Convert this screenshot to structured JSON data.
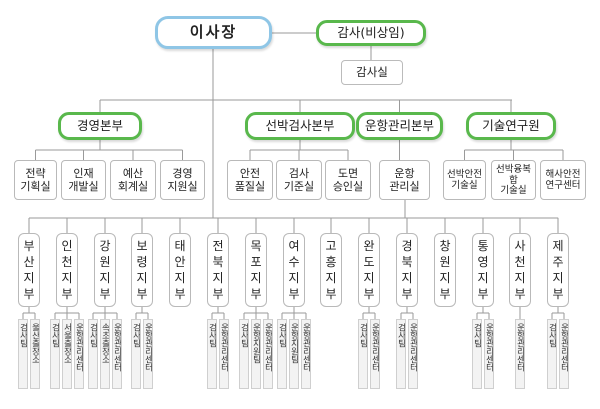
{
  "org": {
    "ceo": "이사장",
    "auditor": "감사(비상임)",
    "audit_office": "감사실",
    "hq": [
      {
        "name": "경영본부",
        "depts": [
          "전략\n기획실",
          "인재\n개발실",
          "예산\n회계실",
          "경영\n지원실"
        ]
      },
      {
        "name": "선박검사본부",
        "depts": [
          "안전\n품질실",
          "검사\n기준실",
          "도면\n승인실"
        ]
      },
      {
        "name": "운항관리본부",
        "depts": [
          "운항\n관리실"
        ]
      },
      {
        "name": "기술연구원",
        "depts": [
          "선박안전\n기술실",
          "선박융복합\n기술실",
          "해사안전\n연구센터"
        ]
      }
    ],
    "branches": [
      {
        "name": "부산지부",
        "teams": [
          "검사팀",
          "울산출장소"
        ]
      },
      {
        "name": "인천지부",
        "teams": [
          "검사팀",
          "서울출장소",
          "운항관리센터"
        ]
      },
      {
        "name": "강원지부",
        "teams": [
          "검사팀",
          "속초출장소",
          "운항관리센터"
        ]
      },
      {
        "name": "보령지부",
        "teams": [
          "검사팀",
          "운항관리센터"
        ]
      },
      {
        "name": "태안지부",
        "teams": []
      },
      {
        "name": "전북지부",
        "teams": [
          "검사팀",
          "운항관리센터"
        ]
      },
      {
        "name": "목포지부",
        "teams": [
          "검사팀",
          "운항지원팀",
          "운항관리센터"
        ]
      },
      {
        "name": "여수지부",
        "teams": [
          "검사팀",
          "운항지원팀",
          "운항관리센터"
        ]
      },
      {
        "name": "고흥지부",
        "teams": []
      },
      {
        "name": "완도지부",
        "teams": [
          "검사팀",
          "운항관리센터"
        ]
      },
      {
        "name": "경북지부",
        "teams": [
          "검사팀",
          "운항관리센터"
        ]
      },
      {
        "name": "창원지부",
        "teams": []
      },
      {
        "name": "통영지부",
        "teams": [
          "검사팀",
          "운항관리센터"
        ]
      },
      {
        "name": "사천지부",
        "teams": [
          "운항관리센터"
        ]
      },
      {
        "name": "제주지부",
        "teams": [
          "검사팀",
          "운항관리센터"
        ]
      }
    ]
  },
  "colors": {
    "top_border": "#8fc6e6",
    "hq_border": "#59b84c",
    "line": "#9a9a9a"
  }
}
